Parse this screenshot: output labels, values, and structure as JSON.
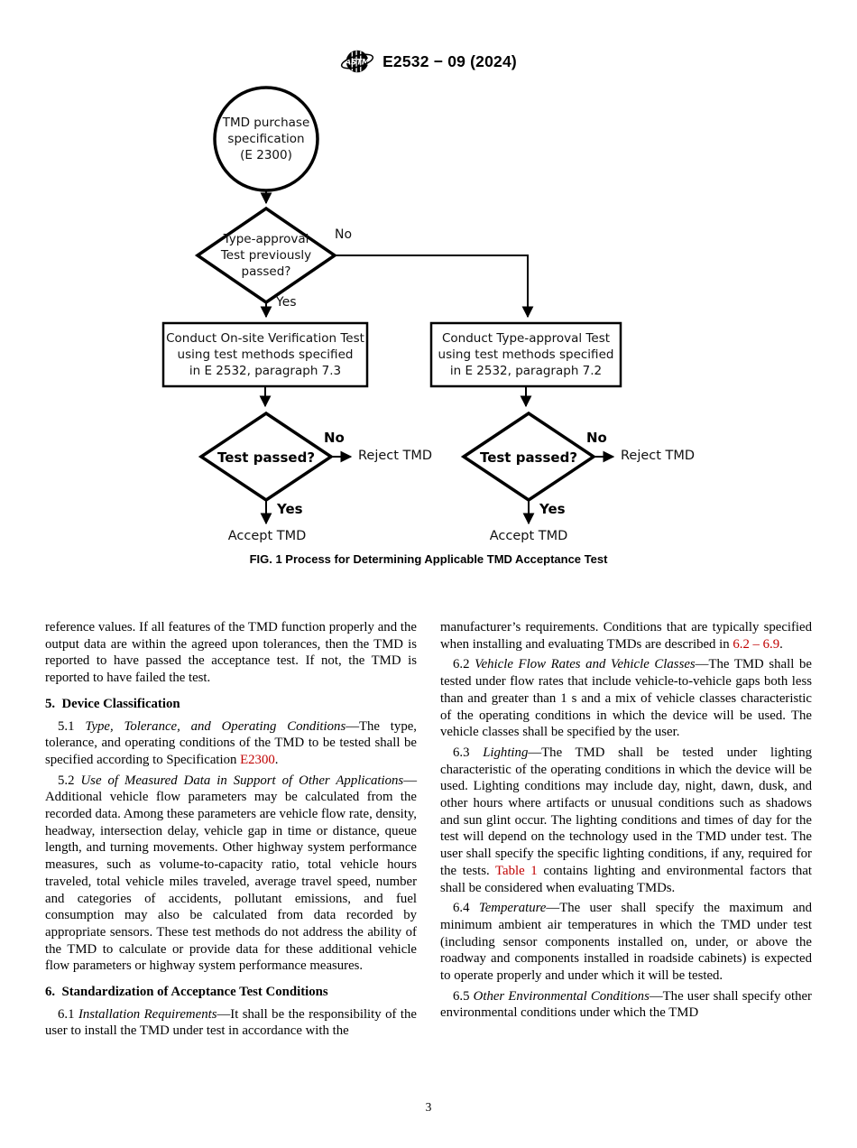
{
  "colors": {
    "reference_link": "#c00000",
    "ink": "#000000",
    "paper": "#ffffff"
  },
  "header": {
    "doc_code": "E2532 − 09 (2024)",
    "logo": "astm-logo"
  },
  "figure": {
    "caption": "FIG. 1 Process for Determining Applicable TMD Acceptance Test",
    "start_node": [
      "TMD purchase",
      "specification",
      "(E 2300)"
    ],
    "decision_top": [
      "Type-approval",
      "Test previously",
      "passed?"
    ],
    "label_no": "No",
    "label_yes": "Yes",
    "process_left": [
      "Conduct On-site Verification Test",
      "using test methods specified",
      "in E 2532, paragraph 7.3"
    ],
    "process_right": [
      "Conduct Type-approval Test",
      "using test methods specified",
      "in E 2532, paragraph 7.2"
    ],
    "decision_test": "Test passed?",
    "reject": "Reject TMD",
    "accept": "Accept TMD"
  },
  "body": {
    "left": {
      "p_continuation": "reference values. If all features of the TMD function properly and the output data are within the agreed upon tolerances, then the TMD is reported to have passed the acceptance test. If not, the TMD is reported to have failed the test.",
      "h5": "5.  Device Classification",
      "p51": {
        "num": "5.1 ",
        "lead": "Type, Tolerance, and Operating Conditions",
        "text": "—The type, tolerance, and operating conditions of the TMD to be tested shall be specified according to Specification ",
        "ref": "E2300",
        "after": "."
      },
      "p52": {
        "num": "5.2 ",
        "lead": "Use of Measured Data in Support of Other Applications",
        "text": "—Additional vehicle flow parameters may be calculated from the recorded data. Among these parameters are vehicle flow rate, density, headway, intersection delay, vehicle gap in time or distance, queue length, and turning movements. Other highway system performance measures, such as volume-to-capacity ratio, total vehicle hours traveled, total vehicle miles traveled, average travel speed, number and categories of accidents, pollutant emissions, and fuel consumption may also be calculated from data recorded by appropriate sensors. These test methods do not address the ability of the TMD to calculate or provide data for these additional vehicle flow parameters or highway system performance measures."
      },
      "h6": "6.  Standardization of Acceptance Test Conditions",
      "p61": {
        "num": "6.1 ",
        "lead": "Installation Requirements",
        "text": "—It shall be the responsibility of the user to install the TMD under test in accordance with the"
      }
    },
    "right": {
      "p_continuation": {
        "text": "manufacturer’s requirements. Conditions that are typically specified when installing and evaluating TMDs are described in ",
        "ref": "6.2 – 6.9",
        "after": "."
      },
      "p62": {
        "num": "6.2 ",
        "lead": "Vehicle Flow Rates and Vehicle Classes",
        "text": "—The TMD shall be tested under flow rates that include vehicle-to-vehicle gaps both less than and greater than 1 s and a mix of vehicle classes characteristic of the operating conditions in which the device will be used. The vehicle classes shall be specified by the user."
      },
      "p63": {
        "num": "6.3 ",
        "lead": "Lighting",
        "text": "—The TMD shall be tested under lighting characteristic of the operating conditions in which the device will be used. Lighting conditions may include day, night, dawn, dusk, and other hours where artifacts or unusual conditions such as shadows and sun glint occur. The lighting conditions and times of day for the test will depend on the technology used in the TMD under test. The user shall specify the specific lighting conditions, if any, required for the tests. ",
        "ref": "Table 1",
        "after": " contains lighting and environmental factors that shall be considered when evaluating TMDs."
      },
      "p64": {
        "num": "6.4 ",
        "lead": "Temperature",
        "text": "—The user shall specify the maximum and minimum ambient air temperatures in which the TMD under test (including sensor components installed on, under, or above the roadway and components installed in roadside cabinets) is expected to operate properly and under which it will be tested."
      },
      "p65": {
        "num": "6.5 ",
        "lead": "Other Environmental Conditions",
        "text": "—The user shall specify other environmental conditions under which the TMD"
      }
    }
  },
  "footer": {
    "page_number": "3"
  }
}
